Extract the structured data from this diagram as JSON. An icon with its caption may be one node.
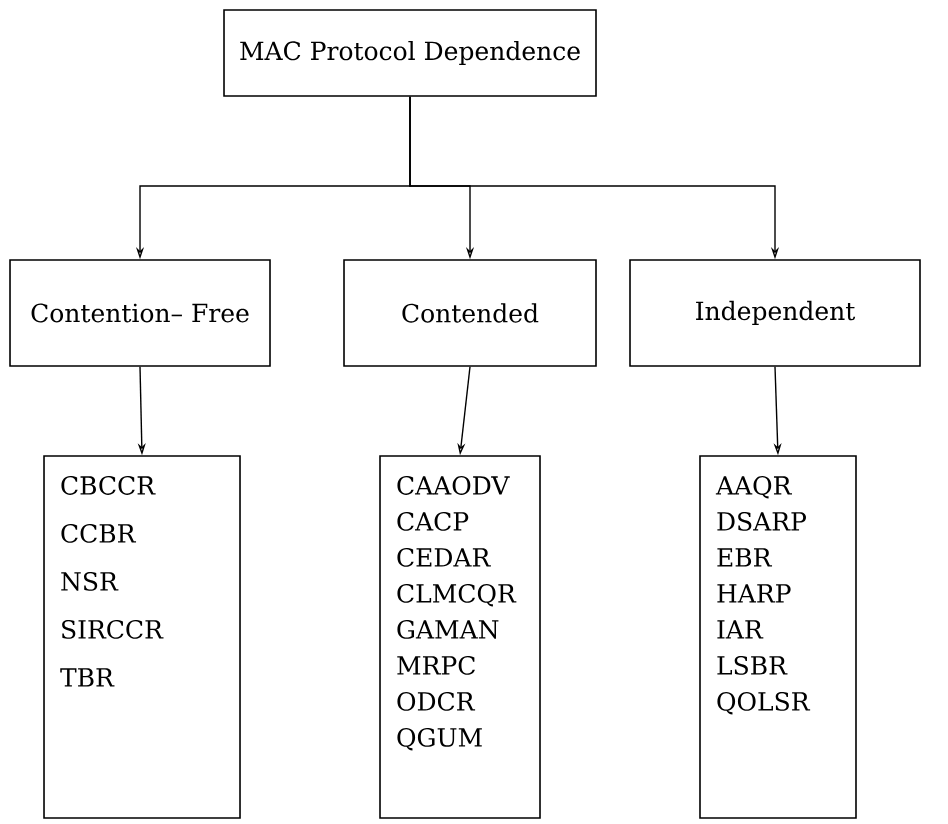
{
  "diagram": {
    "nodes": [
      {
        "text": [
          "MAC Protocol Dependence"
        ]
      },
      {
        "text": [
          "Contention– Free"
        ]
      },
      {
        "text": [
          "Contended"
        ]
      },
      {
        "text": [
          "Independent"
        ]
      },
      {
        "text": [
          "CBCCR",
          "CCBR",
          "NSR",
          "SIRCCR",
          "TBR"
        ]
      },
      {
        "text": [
          "CAAODV",
          "CACP",
          "CEDAR",
          "CLMCQR",
          "GAMAN",
          "MRPC",
          "ODCR",
          "QGUM"
        ]
      },
      {
        "text": [
          "AAQR",
          "DSARP",
          "EBR",
          "HARP",
          "IAR",
          "LSBR",
          "QOLSR"
        ]
      }
    ],
    "edges": [
      {
        "from": 0,
        "to": 1,
        "arrow": "to"
      },
      {
        "from": 0,
        "to": 2,
        "arrow": "to"
      },
      {
        "from": 0,
        "to": 3,
        "arrow": "to"
      },
      {
        "from": 1,
        "to": 4,
        "arrow": "to"
      },
      {
        "from": 2,
        "to": 5,
        "arrow": "to"
      },
      {
        "from": 3,
        "to": 6,
        "arrow": "to"
      }
    ]
  }
}
